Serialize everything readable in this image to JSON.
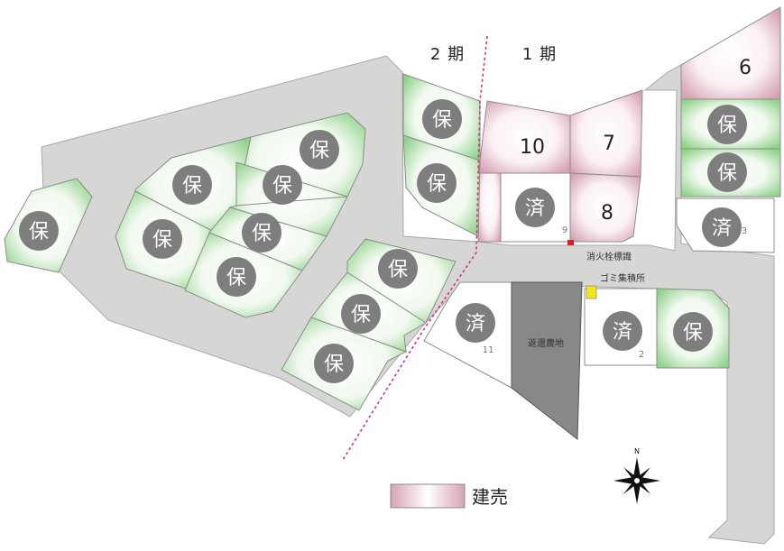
{
  "phases": {
    "phase2": "2 期",
    "phase1": "1 期"
  },
  "badges": {
    "reserved": "保",
    "sold": "済"
  },
  "pink_lots": {
    "lot6": "6",
    "lot7": "7",
    "lot8": "8",
    "lot10": "10"
  },
  "sold_numbers": {
    "s9": "9",
    "s3": "3",
    "s11": "11",
    "s2": "2"
  },
  "labels": {
    "hydrant": "消火栓標識",
    "garbage": "ゴミ集積所",
    "farmland": "返還農地",
    "compass_n": "N"
  },
  "legend": {
    "label": "建売"
  },
  "colors": {
    "green_edge": "#8fd28a",
    "pink_edge": "#d6a3b4",
    "badge": "#7e7e7e",
    "road": "#d6d6d5",
    "farmland": "#888888",
    "hydrant_marker": "#d12020",
    "garbage_marker": "#f2e51a",
    "phase_divider": "#d6307a"
  }
}
